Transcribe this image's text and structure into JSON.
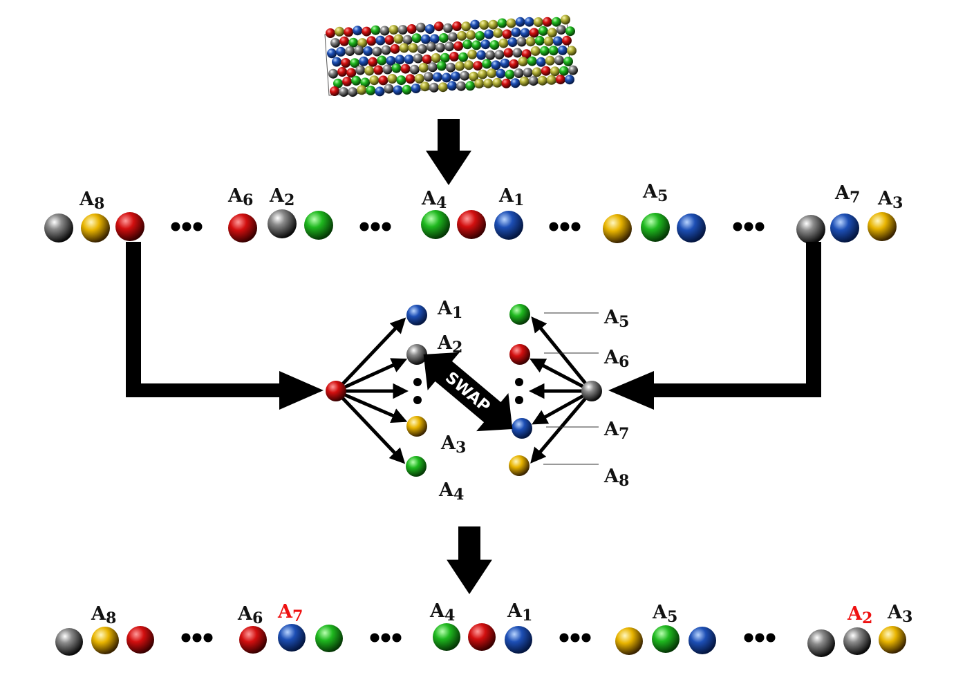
{
  "colors": {
    "black": "#222222",
    "yellow": "#e6b400",
    "red": "#d20f0f",
    "green": "#1fb81f",
    "blue": "#1d4fb5",
    "olive": "#b5b33a",
    "highlight": "#ee1111"
  },
  "swap_label": "SWAP",
  "ellipsis": "•••",
  "vertical_ellipsis": ":",
  "top_row": {
    "groups": [
      {
        "atoms": [
          "black",
          "yellow",
          "red"
        ],
        "labels": [
          {
            "base": "A",
            "sub": "8",
            "red": false
          }
        ]
      },
      {
        "atoms": [
          "red",
          "black",
          "green"
        ],
        "labels": [
          {
            "base": "A",
            "sub": "6",
            "red": false
          },
          {
            "base": "A",
            "sub": "2",
            "red": false
          }
        ]
      },
      {
        "atoms": [
          "green",
          "red",
          "blue"
        ],
        "labels": [
          {
            "base": "A",
            "sub": "4",
            "red": false
          },
          {
            "base": "A",
            "sub": "1",
            "red": false
          }
        ]
      },
      {
        "atoms": [
          "yellow",
          "green",
          "blue"
        ],
        "labels": [
          {
            "base": "A",
            "sub": "5",
            "red": false
          }
        ]
      },
      {
        "atoms": [
          "black",
          "blue",
          "yellow"
        ],
        "labels": [
          {
            "base": "A",
            "sub": "7",
            "red": false
          },
          {
            "base": "A",
            "sub": "3",
            "red": false
          }
        ]
      }
    ]
  },
  "middle": {
    "left_source": "red",
    "left_targets": [
      {
        "color": "blue",
        "label": {
          "base": "A",
          "sub": "1"
        }
      },
      {
        "color": "black",
        "label": {
          "base": "A",
          "sub": "2"
        }
      },
      {
        "color": "yellow",
        "label": {
          "base": "A",
          "sub": "3"
        }
      },
      {
        "color": "green",
        "label": {
          "base": "A",
          "sub": "4"
        }
      }
    ],
    "right_source": "black",
    "right_targets": [
      {
        "color": "green",
        "label": {
          "base": "A",
          "sub": "5"
        }
      },
      {
        "color": "red",
        "label": {
          "base": "A",
          "sub": "6"
        }
      },
      {
        "color": "blue",
        "label": {
          "base": "A",
          "sub": "7"
        }
      },
      {
        "color": "yellow",
        "label": {
          "base": "A",
          "sub": "8"
        }
      }
    ]
  },
  "bottom_row": {
    "groups": [
      {
        "atoms": [
          "black",
          "yellow",
          "red"
        ],
        "labels": [
          {
            "base": "A",
            "sub": "8",
            "red": false
          }
        ]
      },
      {
        "atoms": [
          "red",
          "blue",
          "green"
        ],
        "labels": [
          {
            "base": "A",
            "sub": "6",
            "red": false
          },
          {
            "base": "A",
            "sub": "7",
            "red": true
          }
        ]
      },
      {
        "atoms": [
          "green",
          "red",
          "blue"
        ],
        "labels": [
          {
            "base": "A",
            "sub": "4",
            "red": false
          },
          {
            "base": "A",
            "sub": "1",
            "red": false
          }
        ]
      },
      {
        "atoms": [
          "yellow",
          "green",
          "blue"
        ],
        "labels": [
          {
            "base": "A",
            "sub": "5",
            "red": false
          }
        ]
      },
      {
        "atoms": [
          "black",
          "black",
          "yellow"
        ],
        "labels": [
          {
            "base": "A",
            "sub": "2",
            "red": true
          },
          {
            "base": "A",
            "sub": "3",
            "red": false
          }
        ]
      }
    ]
  },
  "crystal": {
    "palette": [
      "black",
      "olive",
      "red",
      "green",
      "blue"
    ]
  }
}
